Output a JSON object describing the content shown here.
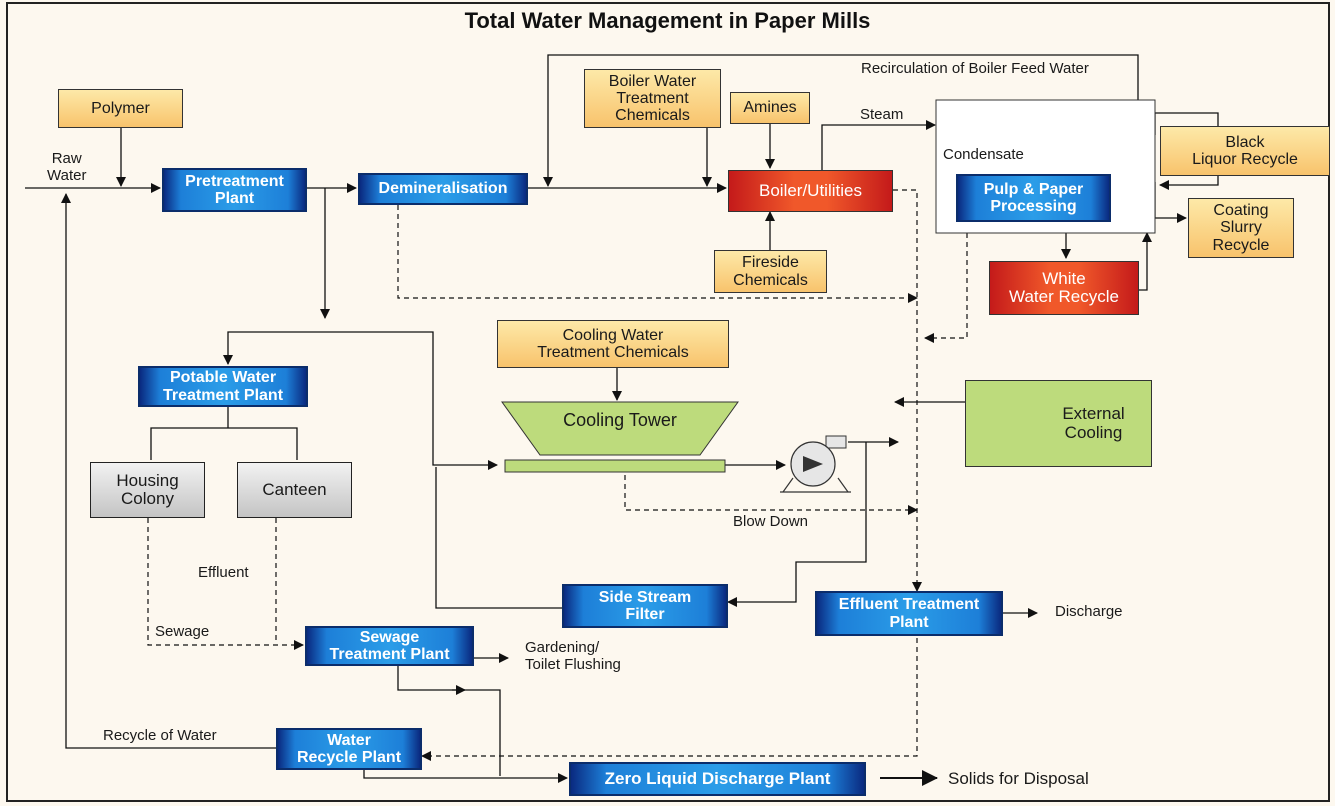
{
  "title": "Total Water Management in Paper Mills",
  "nodes": {
    "polymer": "Polymer",
    "pretreatment": "Pretreatment\nPlant",
    "demineralisation": "Demineralisation",
    "boiler_chem": "Boiler Water\nTreatment\nChemicals",
    "amines": "Amines",
    "boiler": "Boiler/Utilities",
    "fireside": "Fireside\nChemicals",
    "pulp": "Pulp & Paper\nProcessing",
    "black_liquor": "Black\nLiquor Recycle",
    "coating": "Coating\nSlurry\nRecycle",
    "white_water": "White\nWater Recycle",
    "potable": "Potable Water\nTreatment Plant",
    "housing": "Housing\nColony",
    "canteen": "Canteen",
    "cw_chem": "Cooling Water\nTreatment Chemicals",
    "cooling_tower": "Cooling Tower",
    "external_cooling": "External\nCooling",
    "side_stream": "Side Stream\nFilter",
    "etp": "Effluent Treatment\nPlant",
    "stp": "Sewage\nTreatment Plant",
    "water_recycle": "Water\nRecycle Plant",
    "zld": "Zero Liquid Discharge Plant"
  },
  "labels": {
    "raw_water": "Raw\nWater",
    "recirculation": "Recirculation of Boiler Feed Water",
    "steam": "Steam",
    "condensate": "Condensate",
    "blow_down": "Blow Down",
    "effluent": "Effluent",
    "sewage": "Sewage",
    "gardening": "Gardening/\nToilet Flushing",
    "discharge": "Discharge",
    "recycle_of_water": "Recycle of Water",
    "solids": "Solids for Disposal"
  }
}
